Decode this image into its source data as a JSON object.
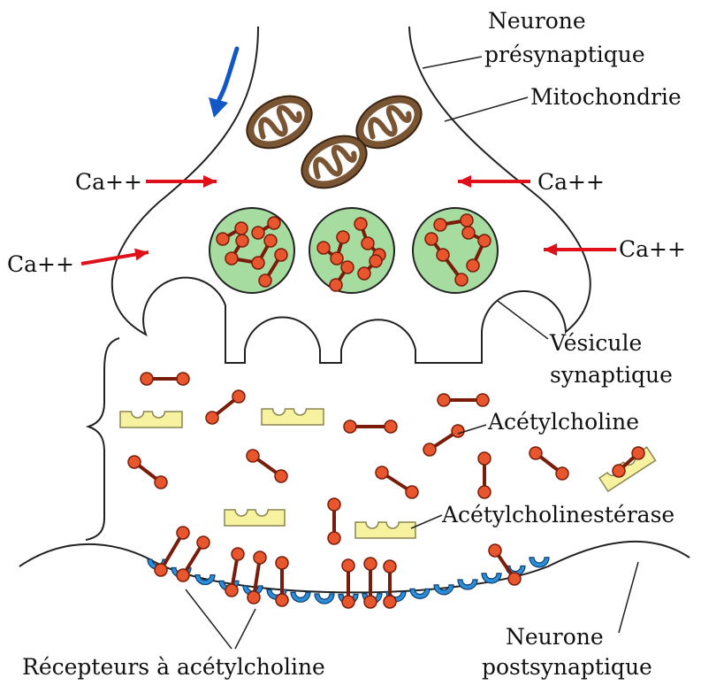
{
  "labels": {
    "presynaptic": [
      "Neurone",
      "présynaptique"
    ],
    "mitochondria": "Mitochondrie",
    "calcium": "Ca++",
    "vesicle": [
      "Vésicule",
      "synaptique"
    ],
    "acetylcholine": "Acétylcholine",
    "esterase": "Acétylcholinestérase",
    "postsynaptic": [
      "Neurone",
      "postsynaptique"
    ],
    "receptors": "Récepteurs à acétylcholine"
  },
  "colors": {
    "membrane": "#222222",
    "mitochondria": "#7a5534",
    "vesicle": "#a6dca0",
    "acetylcholine": "#e8562e",
    "calcium_arrow": "#e0101a",
    "flow_arrow": "#1257c7",
    "enzyme": "#f6f2a0",
    "receptor": "#2d8ed8"
  },
  "icons": {
    "flow": "arrow-down-icon",
    "calcium": "arrow-right-icon"
  }
}
